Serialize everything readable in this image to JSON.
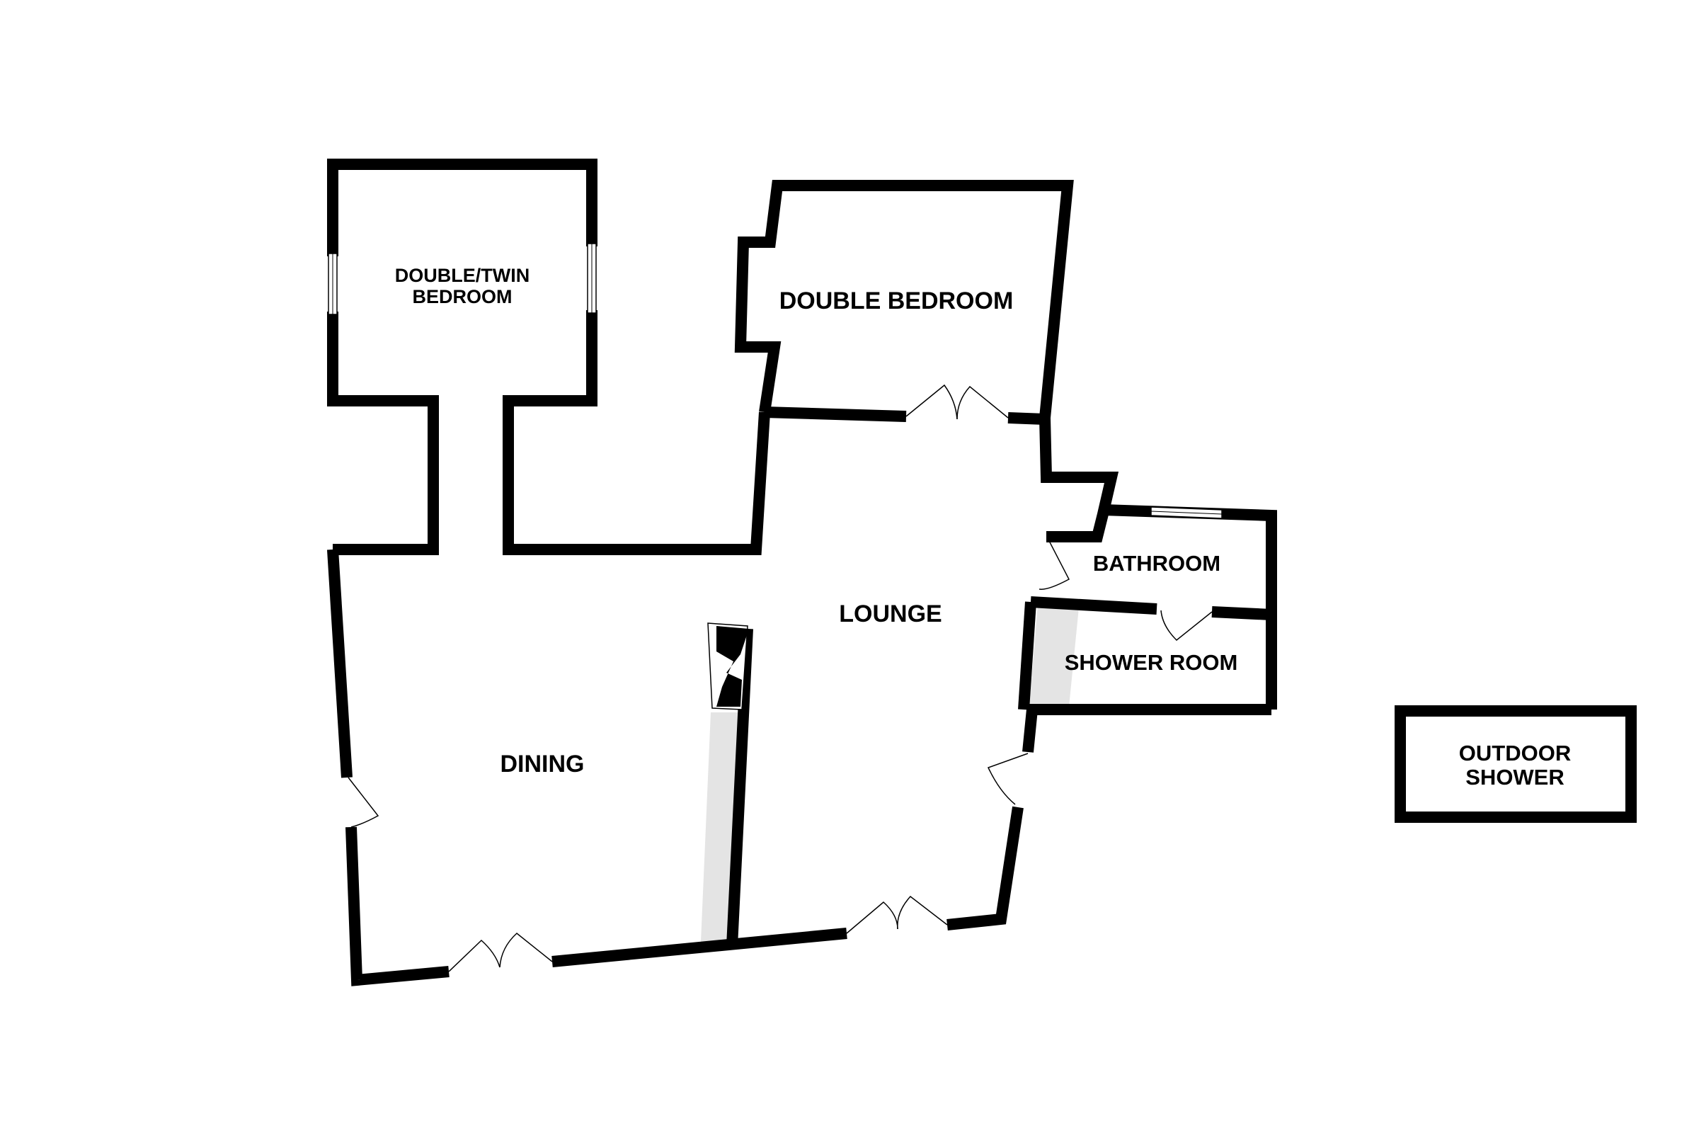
{
  "rooms": {
    "double_twin_bedroom": {
      "line1": "DOUBLE/TWIN",
      "line2": "BEDROOM"
    },
    "double_bedroom": "DOUBLE BEDROOM",
    "lounge": "LOUNGE",
    "dining": "DINING",
    "bathroom": "BATHROOM",
    "shower_room": "SHOWER ROOM",
    "outdoor_shower": {
      "line1": "OUTDOOR",
      "line2": "SHOWER"
    }
  },
  "colors": {
    "wall": "#000000",
    "background": "#ffffff",
    "stair": "#e4e4e4"
  }
}
